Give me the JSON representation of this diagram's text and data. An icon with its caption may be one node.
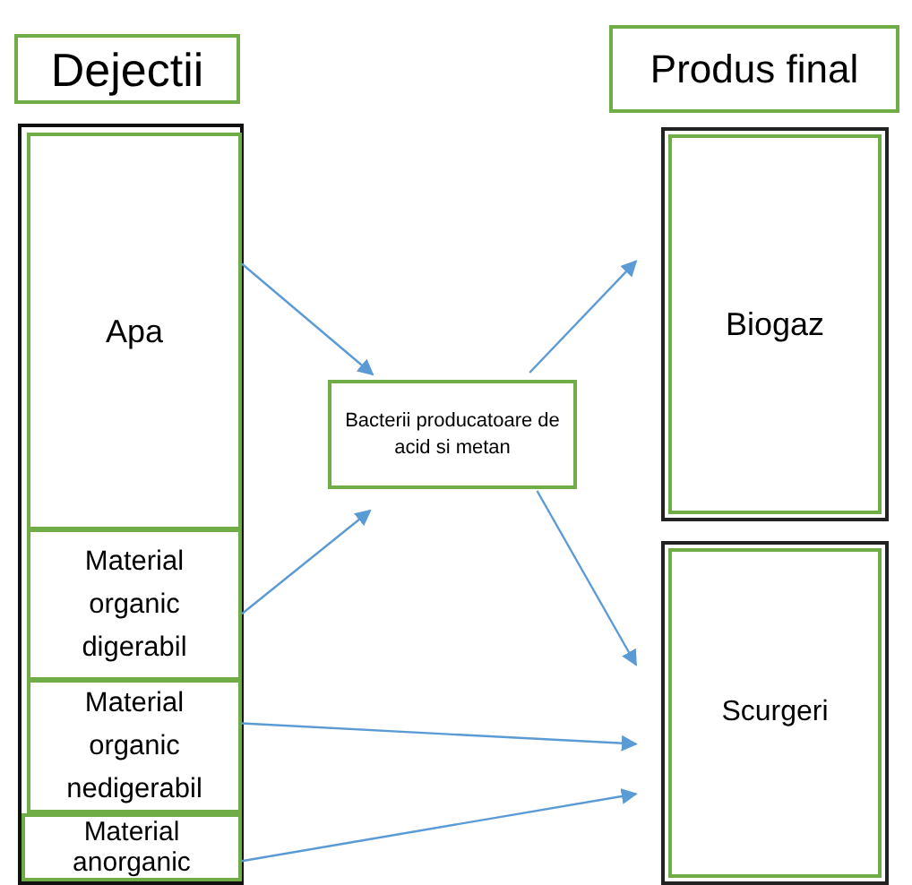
{
  "diagram": {
    "nodes": [
      {
        "text": [
          "Dejectii"
        ]
      },
      {
        "text": [
          "Produs final"
        ]
      },
      {
        "text": [],
        "shape": "box"
      },
      {
        "text": [
          "Apa"
        ],
        "in": 2
      },
      {
        "text": [
          "Material organic digerabil"
        ],
        "in": 2
      },
      {
        "text": [
          "Material organic nedigerabil"
        ],
        "in": 2
      },
      {
        "text": [
          "Material anorganic"
        ],
        "in": 2
      },
      {
        "text": [
          "Bacterii producatoare de acid si metan"
        ]
      },
      {
        "text": [
          "Biogaz"
        ]
      },
      {
        "text": [
          "Scurgeri"
        ]
      }
    ],
    "edges": [
      {
        "from": 3,
        "to": 7,
        "arrow": "to"
      },
      {
        "from": 4,
        "to": 7,
        "arrow": "to"
      },
      {
        "from": 7,
        "to": 8,
        "arrow": "to"
      },
      {
        "from": 7,
        "to": 9,
        "arrow": "to"
      },
      {
        "from": 5,
        "to": 9,
        "arrow": "to"
      },
      {
        "from": 6,
        "to": 9,
        "arrow": "to"
      }
    ]
  }
}
